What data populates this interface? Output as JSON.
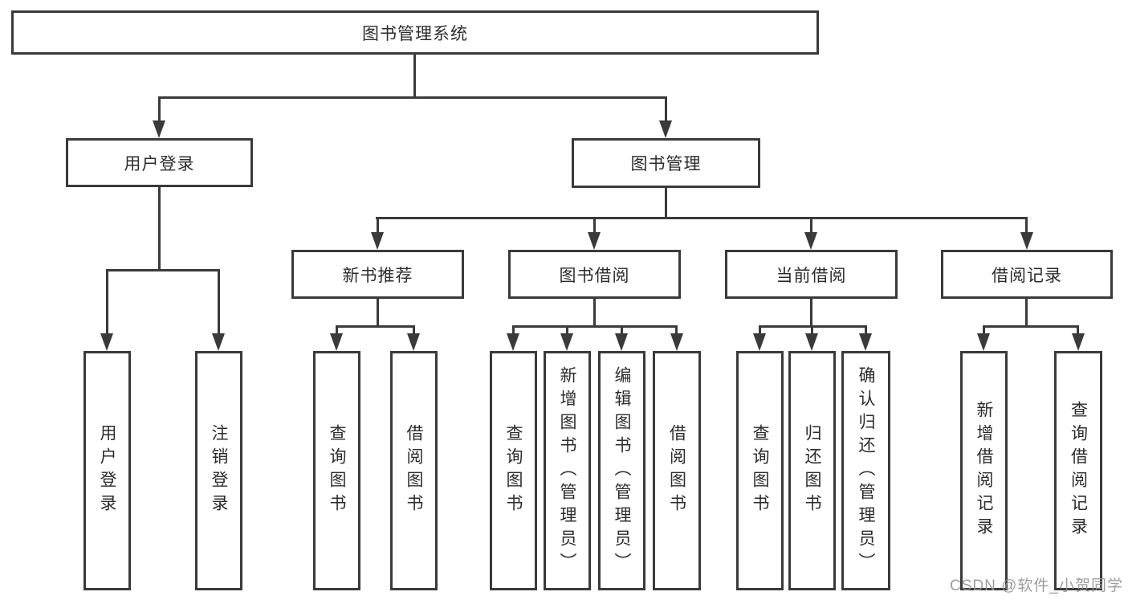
{
  "tree": {
    "root": "图书管理系统",
    "children": [
      {
        "label": "用户登录",
        "children": [
          {
            "label": "用户登录"
          },
          {
            "label": "注销登录"
          }
        ]
      },
      {
        "label": "图书管理",
        "children": [
          {
            "label": "新书推荐",
            "children": [
              {
                "label": "查询图书"
              },
              {
                "label": "借阅图书"
              }
            ]
          },
          {
            "label": "图书借阅",
            "children": [
              {
                "label": "查询图书"
              },
              {
                "label": "新增图书（管理员）"
              },
              {
                "label": "编辑图书（管理员）"
              },
              {
                "label": "借阅图书"
              }
            ]
          },
          {
            "label": "当前借阅",
            "children": [
              {
                "label": "查询图书"
              },
              {
                "label": "归还图书"
              },
              {
                "label": "确认归还（管理员）"
              }
            ]
          },
          {
            "label": "借阅记录",
            "children": [
              {
                "label": "新增借阅记录"
              },
              {
                "label": "查询借阅记录"
              }
            ]
          }
        ]
      }
    ]
  },
  "watermark": {
    "text": "CSDN @软件_小贺同学"
  },
  "colors": {
    "line": "#3a3a3a",
    "text": "#2c2c2c",
    "background": "#ffffff",
    "watermark": "#949494"
  }
}
